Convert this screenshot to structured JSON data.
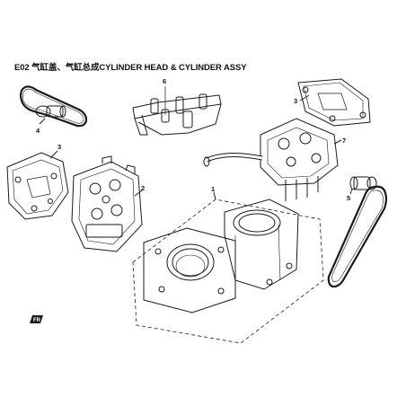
{
  "diagram": {
    "code": "E02",
    "title_cn": "气缸盖、气缸总成",
    "title_en": "CYLINDER HEAD & CYLINDER ASSY"
  },
  "callouts": [
    {
      "id": "c1",
      "label": "1"
    },
    {
      "id": "c2",
      "label": "2"
    },
    {
      "id": "c3a",
      "label": "3"
    },
    {
      "id": "c3b",
      "label": "3"
    },
    {
      "id": "c4",
      "label": "4"
    },
    {
      "id": "c5",
      "label": "5"
    },
    {
      "id": "c6",
      "label": "6"
    },
    {
      "id": "c7",
      "label": "7"
    }
  ],
  "badge": {
    "icon": "front-arrow-badge-icon",
    "text": "FR"
  },
  "colors": {
    "line": "#1a1a1a",
    "paper": "#ffffff"
  }
}
